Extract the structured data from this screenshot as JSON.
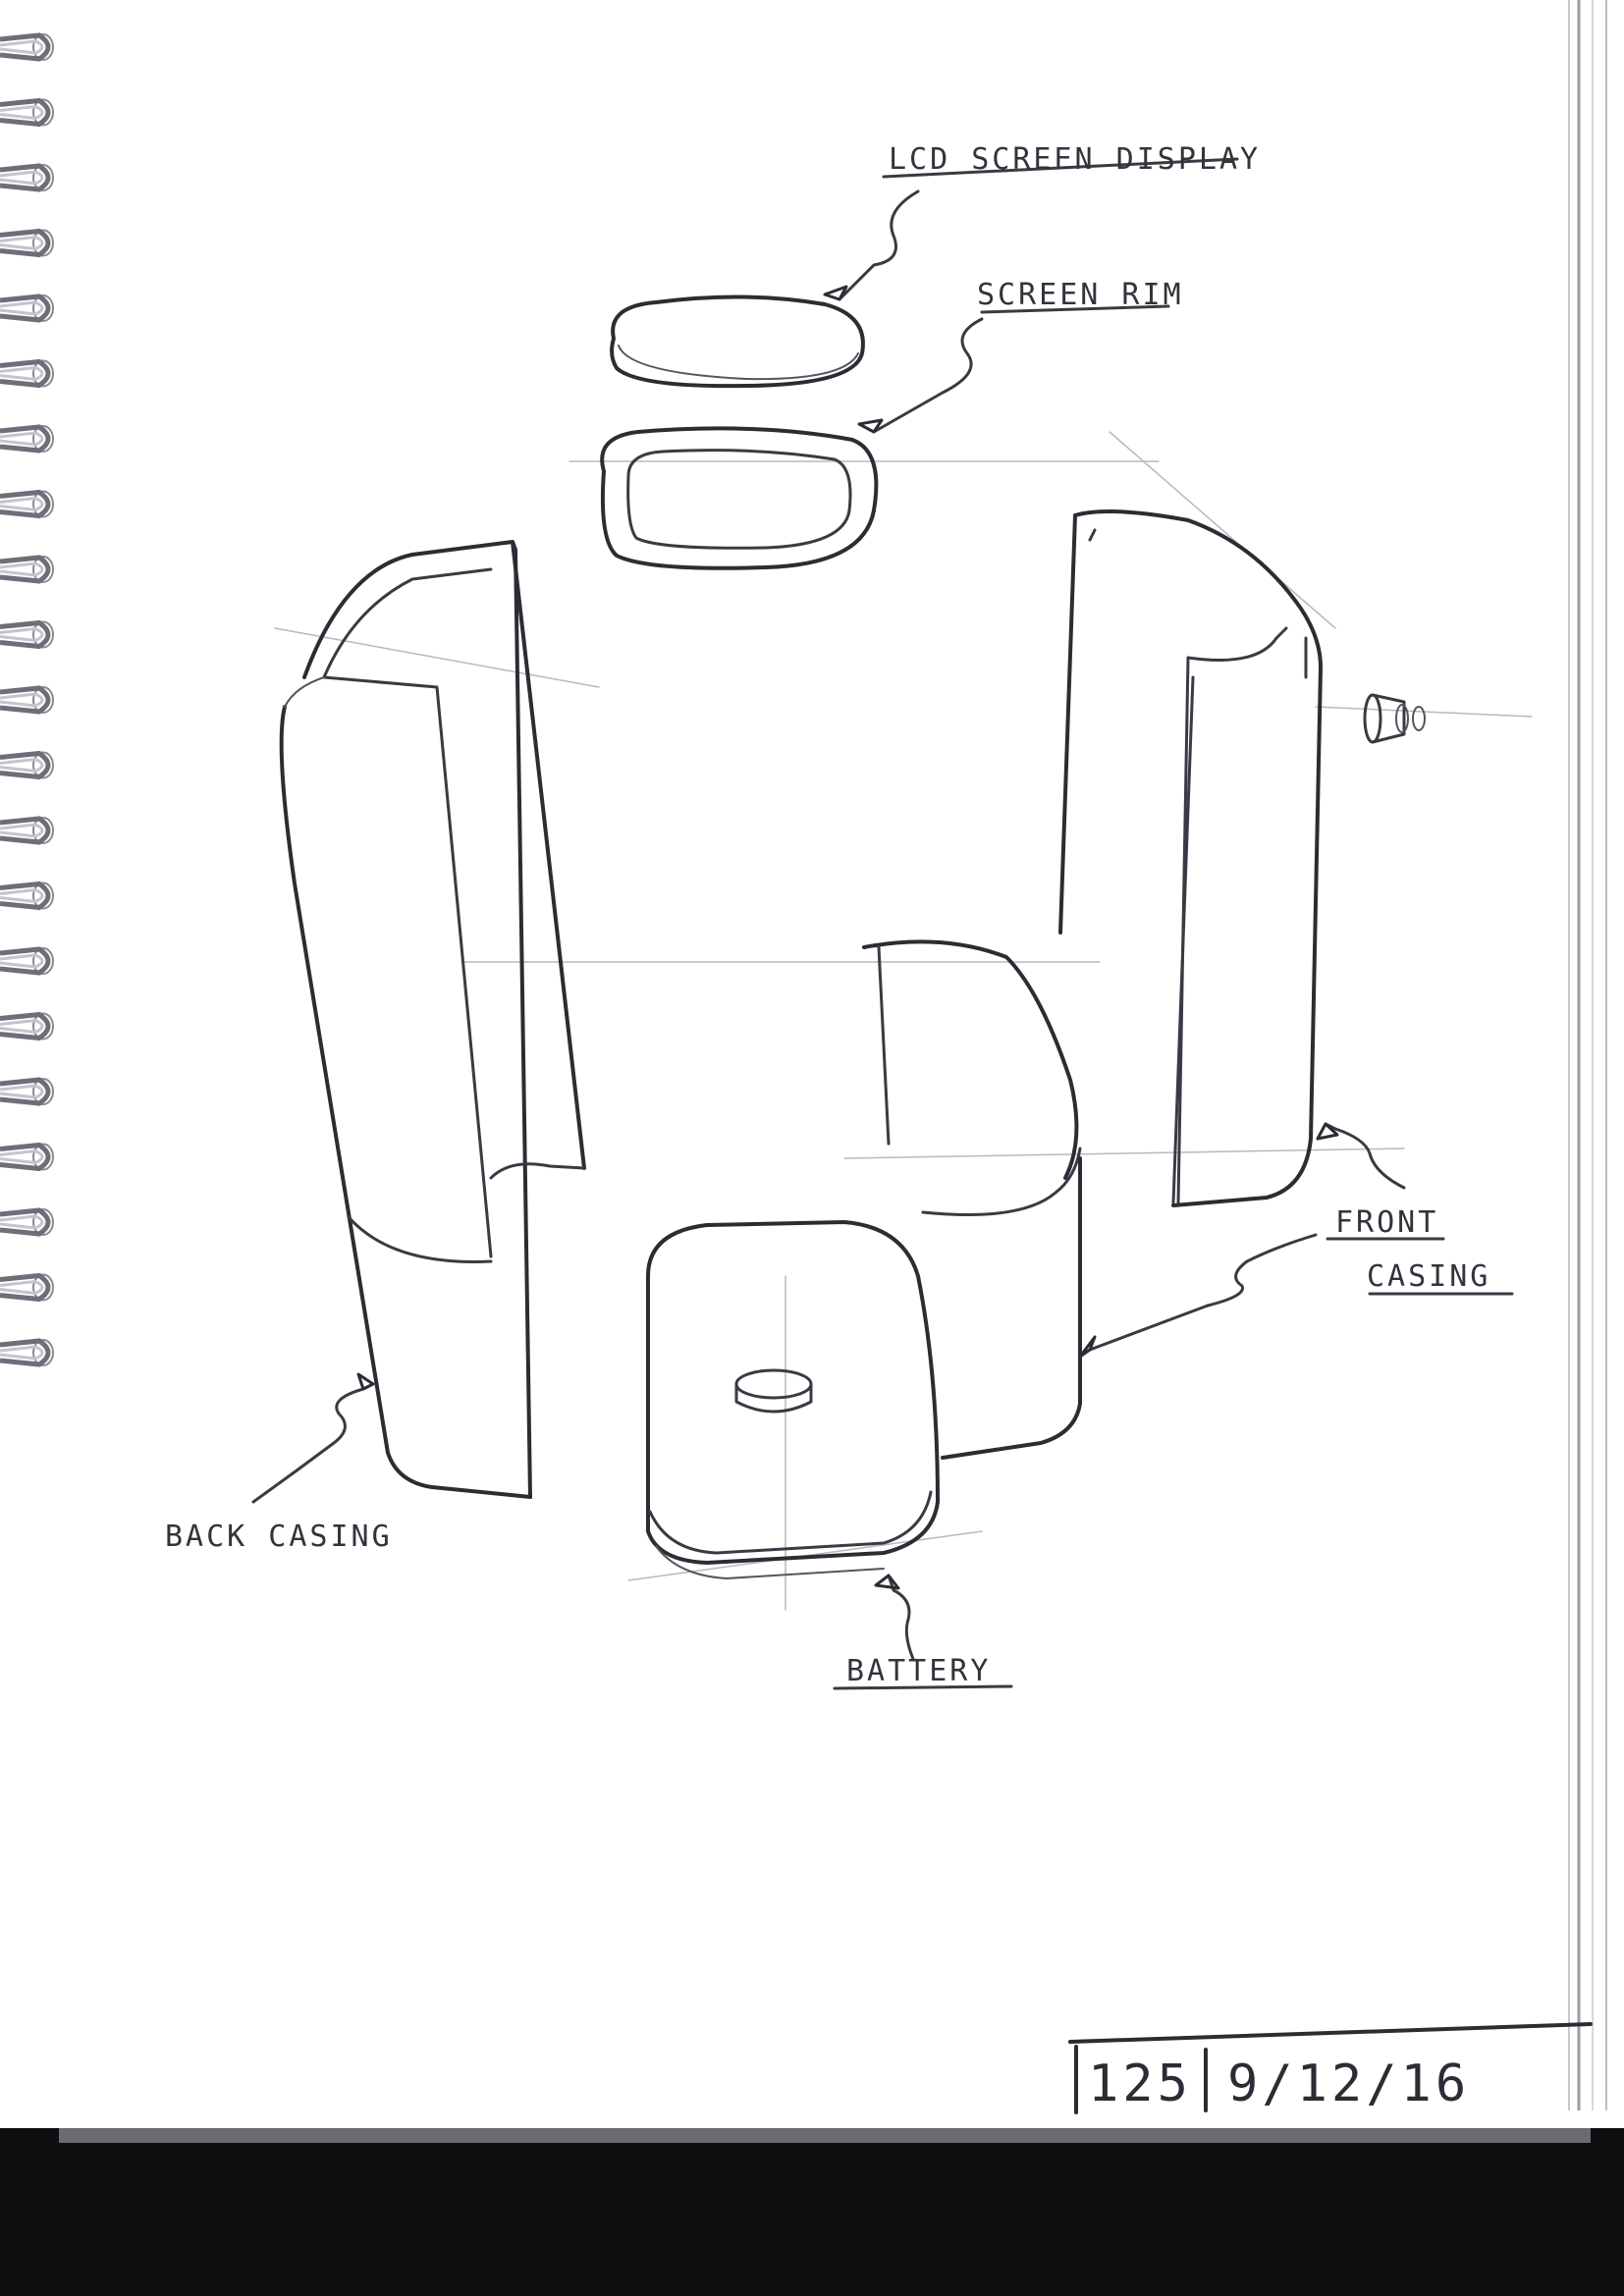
{
  "annotations": {
    "lcd_screen_display": "LCD SCREEN DISPLAY",
    "screen_rim": "SCREEN RIM",
    "back_casing": "BACK CASING",
    "front_casing_line1": "FRONT",
    "front_casing_line2": "CASING",
    "battery": "BATTERY"
  },
  "page_box": {
    "page_number": "125",
    "date": "9/12/16"
  },
  "colors": {
    "ink": "#2c2c34",
    "paper": "#ffffff",
    "backing": "#0e0e10"
  }
}
